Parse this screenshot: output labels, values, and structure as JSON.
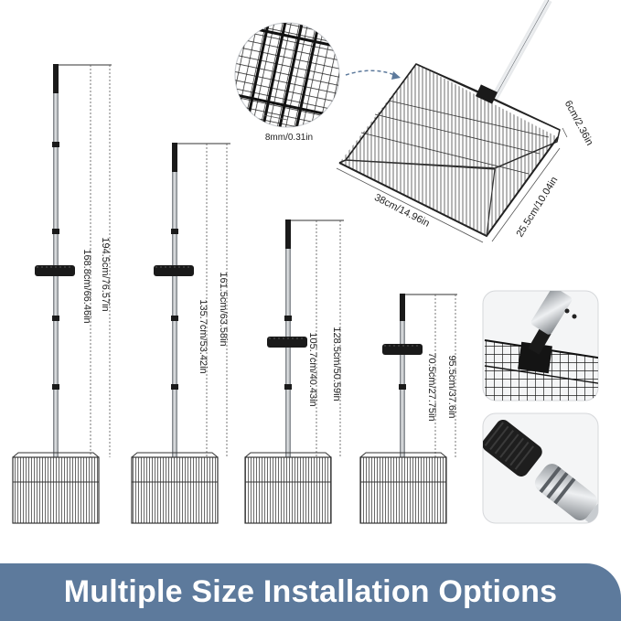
{
  "banner": {
    "title": "Multiple Size Installation Options"
  },
  "mesh_detail": {
    "gap_label": "8mm/0.31in"
  },
  "scoop": {
    "height_label": "6cm/2.36in",
    "width_label": "38cm/14.96in",
    "depth_label": "25.5cm/10.04in"
  },
  "configs": [
    {
      "total": "194.5cm/76.57in",
      "handle": "168.8cm/66.46in"
    },
    {
      "total": "161.5cm/63.58in",
      "handle": "135.7cm/53.42in"
    },
    {
      "total": "128.5cm/50.59in",
      "handle": "105.7cm/40.43in"
    },
    {
      "total": "95.5cm/37.6in",
      "handle": "70.5cm/27.75in"
    }
  ],
  "colors": {
    "banner": "#5d7a9c",
    "metal": "#a9adb2",
    "mesh": "#222222",
    "dim_line": "#555555"
  }
}
